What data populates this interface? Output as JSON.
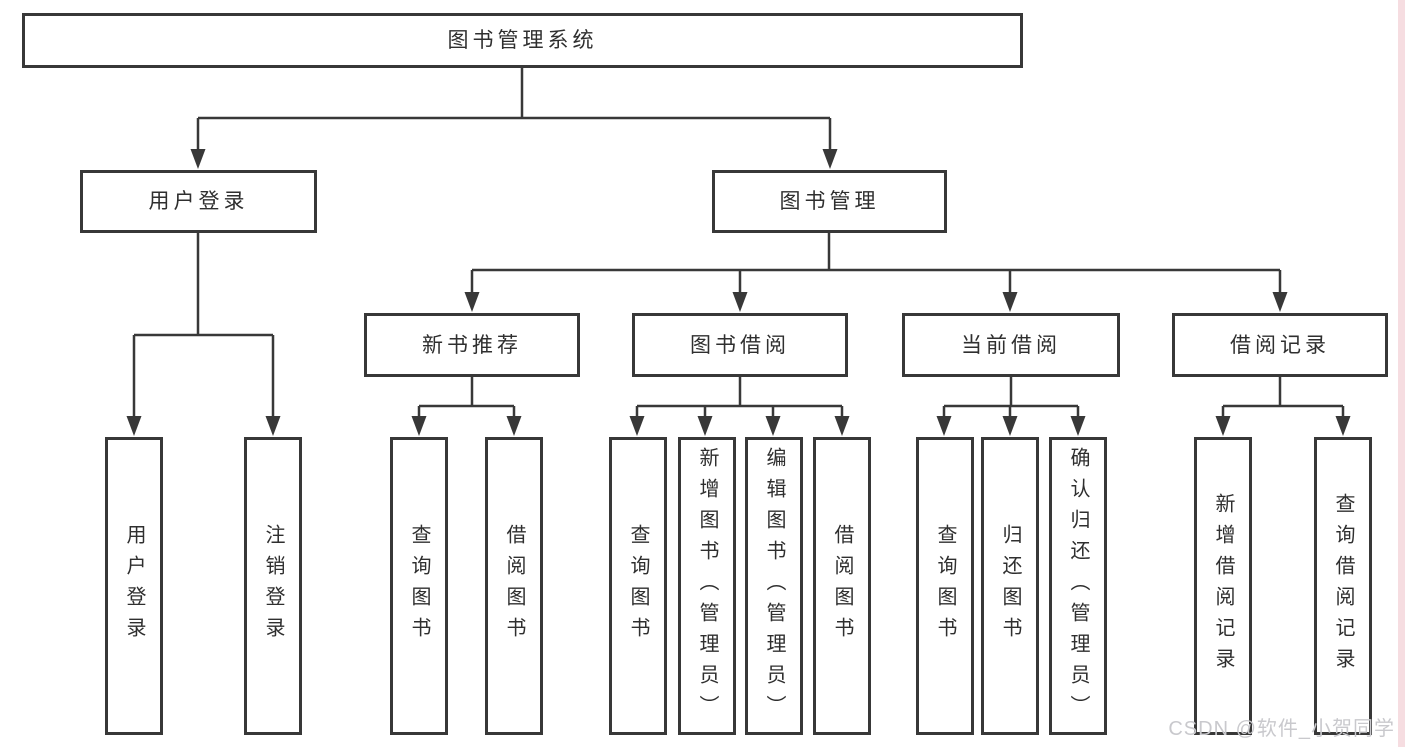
{
  "diagram_title": "图书管理系统",
  "colors": {
    "line": "#383838",
    "text": "#2f2f2f",
    "watermark": "#c9c9cd",
    "right_edge_strip": "#f6dde1"
  },
  "tree": {
    "root": {
      "label": "图书管理系统",
      "children": [
        {
          "label": "用户登录",
          "children": [
            {
              "label": "用户登录"
            },
            {
              "label": "注销登录"
            }
          ]
        },
        {
          "label": "图书管理",
          "children": [
            {
              "label": "新书推荐",
              "children": [
                {
                  "label": "查询图书"
                },
                {
                  "label": "借阅图书"
                }
              ]
            },
            {
              "label": "图书借阅",
              "children": [
                {
                  "label": "查询图书"
                },
                {
                  "label": "新增图书（管理员）"
                },
                {
                  "label": "编辑图书（管理员）"
                },
                {
                  "label": "借阅图书"
                }
              ]
            },
            {
              "label": "当前借阅",
              "children": [
                {
                  "label": "查询图书"
                },
                {
                  "label": "归还图书"
                },
                {
                  "label": "确认归还（管理员）"
                }
              ]
            },
            {
              "label": "借阅记录",
              "children": [
                {
                  "label": "新增借阅记录"
                },
                {
                  "label": "查询借阅记录"
                }
              ]
            }
          ]
        }
      ]
    }
  },
  "watermark": {
    "text": "CSDN @软件_小贺同学"
  }
}
